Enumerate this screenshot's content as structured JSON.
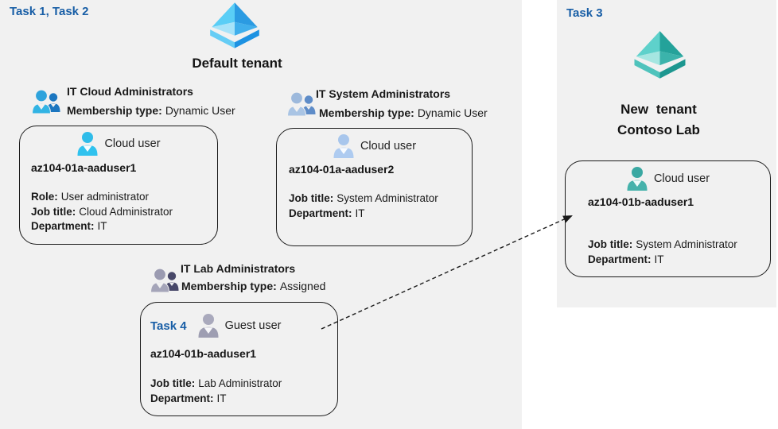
{
  "tasks": {
    "left": "Task 1, Task 2",
    "right": "Task 3",
    "guest": "Task 4"
  },
  "tenants": {
    "default": {
      "name": "Default tenant"
    },
    "contoso": {
      "line1": "New tenant",
      "line2": "Contoso Lab"
    }
  },
  "groups": [
    {
      "title": "IT Cloud Administrators",
      "membership_label": "Membership type:",
      "membership_value": "Dynamic User"
    },
    {
      "title": "IT System Administrators",
      "membership_label": "Membership type:",
      "membership_value": "Dynamic User"
    },
    {
      "title": "IT Lab Administrators",
      "membership_label": "Membership type:",
      "membership_value": "Assigned"
    }
  ],
  "users": [
    {
      "type_label": "Cloud user",
      "name": "az104-01a-aaduser1",
      "attrs": [
        [
          "Role:",
          "User administrator"
        ],
        [
          "Job title:",
          "Cloud Administrator"
        ],
        [
          "Department:",
          "IT"
        ]
      ]
    },
    {
      "type_label": "Cloud user",
      "name": "az104-01a-aaduser2",
      "attrs": [
        [
          "Job title:",
          "System Administrator"
        ],
        [
          "Department:",
          "IT"
        ]
      ]
    },
    {
      "type_label": "Guest user",
      "name": "az104-01b-aaduser1",
      "attrs": [
        [
          "Job title:",
          "Lab Administrator"
        ],
        [
          "Department:",
          "IT"
        ]
      ]
    },
    {
      "type_label": "Cloud user",
      "name": "az104-01b-aaduser1",
      "attrs": [
        [
          "Job title:",
          "System Administrator"
        ],
        [
          "Department:",
          "IT"
        ]
      ]
    }
  ],
  "icons": {
    "tenant_default": "azure-ad-tenant-icon-blue",
    "tenant_new": "azure-ad-tenant-icon-teal",
    "group1": "user-group-icon-blue",
    "group2": "user-group-icon-steel",
    "group3": "user-group-icon-gray",
    "user1": "person-icon-cyan",
    "user2": "person-icon-periwinkle",
    "user3": "person-icon-gray",
    "user4": "person-icon-teal",
    "arrow": "dashed-arrow"
  },
  "colors": {
    "panel_bg": "#f1f1f1",
    "task_label": "#185ea6",
    "text": "#1a1a1a",
    "box_border": "#1b1b1b",
    "tenant_blue_light": "#5acef6",
    "tenant_blue_dark": "#2b9be2",
    "tenant_teal_light": "#5ed1cb",
    "tenant_teal_dark": "#24a29a",
    "user_cyan": "#2fbce9",
    "user_periwinkle": "#a8c6ec",
    "user_gray": "#a3a3b5",
    "user_teal": "#3aa8a2",
    "group_blue": "#2fa3dc",
    "group_blue_dark": "#1b76c0",
    "group_steel": "#9db9dc",
    "group_steel_dark": "#5e8cc8",
    "group_gray": "#9b9bb1",
    "group_gray_dark": "#474768"
  }
}
